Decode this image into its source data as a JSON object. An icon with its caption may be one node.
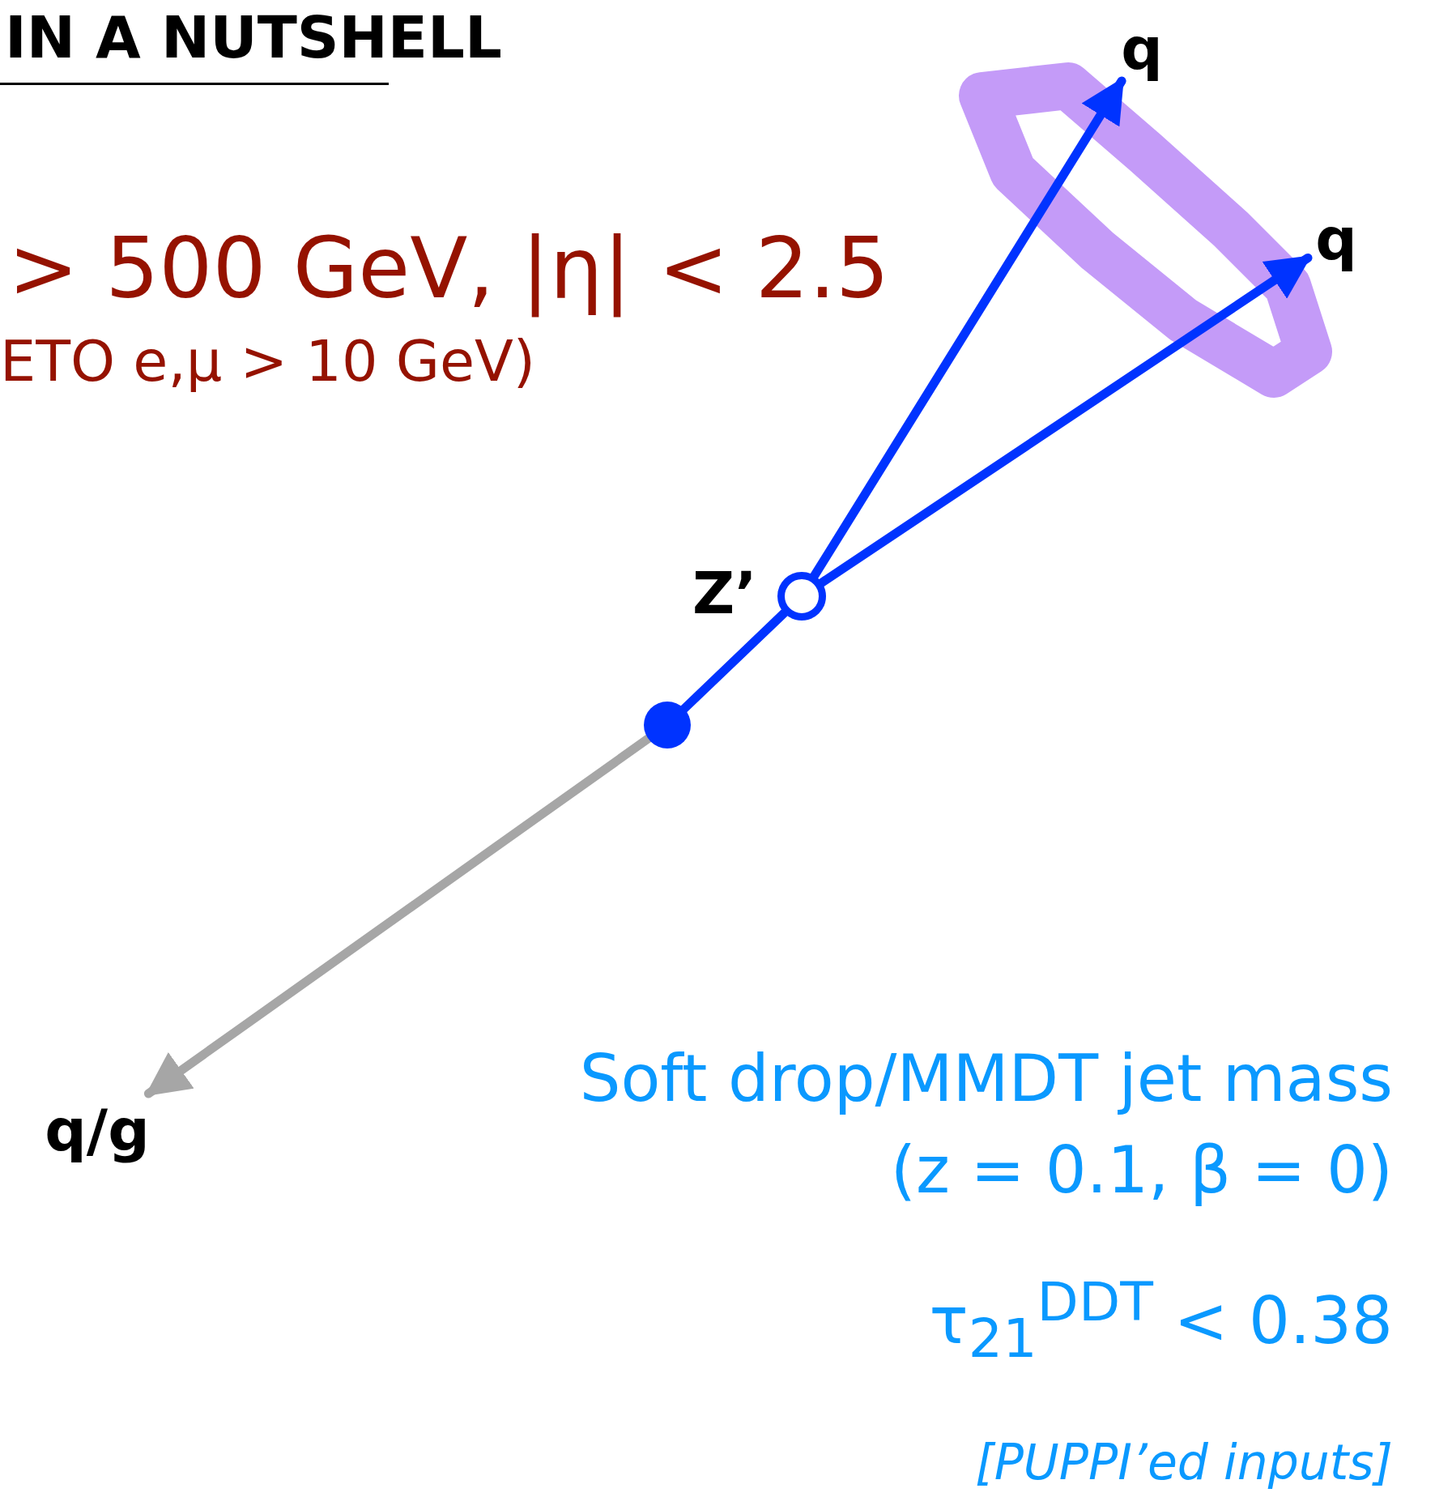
{
  "diagram": {
    "title": "IN A NUTSHELL",
    "nodes": [
      {
        "text": [
          "q"
        ]
      },
      {
        "text": [
          "q"
        ]
      },
      {
        "text": [],
        "shape": "circle",
        "beside": [
          "Z’"
        ]
      },
      {
        "text": [],
        "shape": "circle"
      },
      {
        "text": [
          "q/g"
        ]
      }
    ],
    "edges": [
      {
        "from": 3,
        "to": 2,
        "arrow": "none"
      },
      {
        "from": 2,
        "to": 0,
        "arrow": "to"
      },
      {
        "from": 2,
        "to": 1,
        "arrow": "to"
      },
      {
        "from": 3,
        "to": 4,
        "arrow": "to",
        "color": "#a6a6a6"
      }
    ],
    "labels": [
      "> 500 GeV, |η| < 2.5",
      "ETO e,μ > 10 GeV)",
      "Soft drop/MMDT jet mass",
      "(z = 0.1, β = 0)",
      "τ$_{21}$$^{DDT}$ < 0.38",
      "[PUPPI’ed inputs]"
    ]
  }
}
